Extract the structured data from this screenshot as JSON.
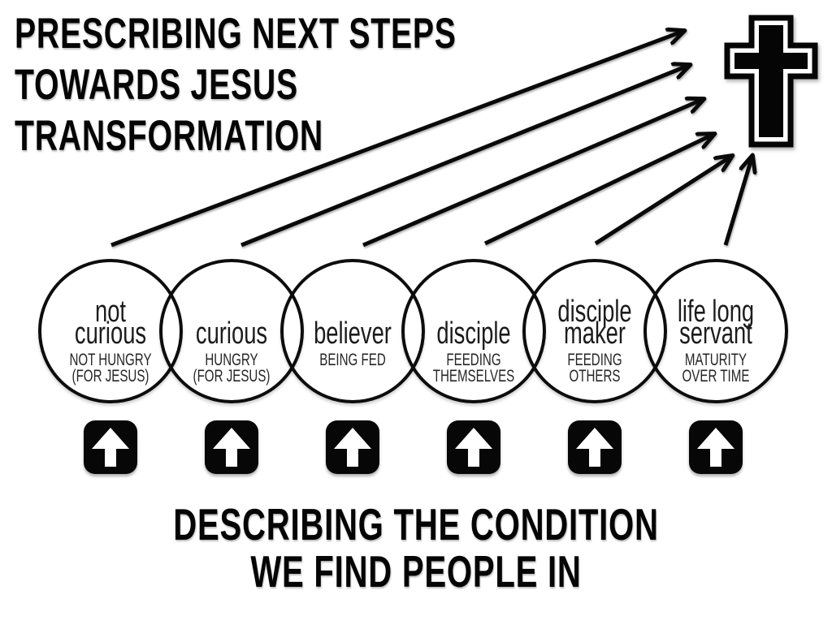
{
  "title": {
    "text": "PRESCRIBING NEXT STEPS\nTOWARDS JESUS\nTRANSFORMATION"
  },
  "footer": {
    "text": "DESCRIBING THE CONDITION\nWE FIND PEOPLE IN"
  },
  "stages": [
    {
      "label": "not\ncurious",
      "sublabel": "NOT HUNGRY\n(FOR JESUS)"
    },
    {
      "label": "curious",
      "sublabel": "HUNGRY\n(FOR JESUS)"
    },
    {
      "label": "believer",
      "sublabel": "BEING FED"
    },
    {
      "label": "disciple",
      "sublabel": "FEEDING\nTHEMSELVES"
    },
    {
      "label": "disciple\nmaker",
      "sublabel": "FEEDING\nOTHERS"
    },
    {
      "label": "life long\nservant",
      "sublabel": "MATURITY\nOVER TIME"
    }
  ],
  "icons": {
    "cross": "christian-cross",
    "up_arrow": "up-arrow",
    "flow_arrow": "arrow-to-cross"
  },
  "colors": {
    "ink": "#0a0a0a",
    "background": "#ffffff"
  }
}
